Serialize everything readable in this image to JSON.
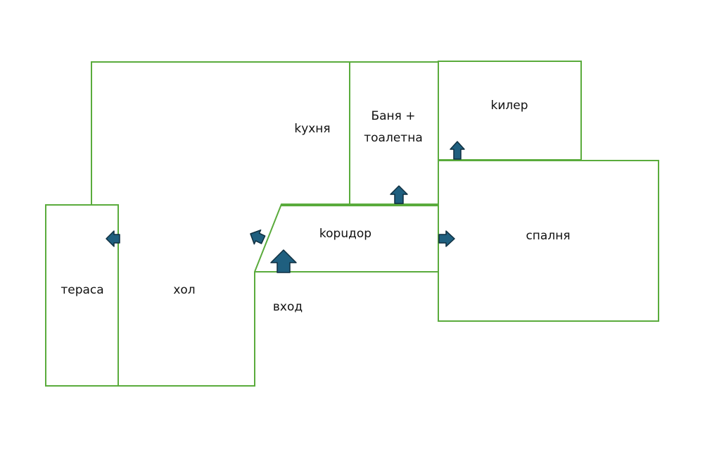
{
  "diagram": {
    "colors": {
      "wall": "#5aab3c",
      "arrow_fill": "#1f5f7f",
      "arrow_stroke": "#0f2f40",
      "label": "#111111"
    },
    "rooms": {
      "kitchen": "kухня",
      "bathroom_line1": "Баня +",
      "bathroom_line2": "тоалетна",
      "pantry": "kилер",
      "corridor": "kopuдop",
      "bedroom": "спалня",
      "terrace": "тераса",
      "living_room": "хол",
      "entrance": "вход"
    },
    "arrows": [
      {
        "id": "arrow-to-terrace",
        "direction": "left"
      },
      {
        "id": "arrow-to-living-room",
        "direction": "up-left"
      },
      {
        "id": "arrow-entrance",
        "direction": "up"
      },
      {
        "id": "arrow-to-bathroom",
        "direction": "up"
      },
      {
        "id": "arrow-to-pantry",
        "direction": "up"
      },
      {
        "id": "arrow-to-bedroom",
        "direction": "right"
      }
    ]
  }
}
